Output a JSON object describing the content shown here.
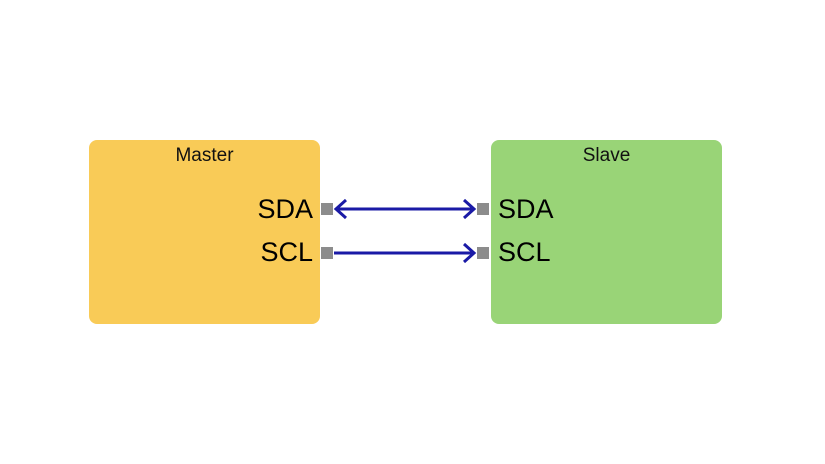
{
  "diagram": {
    "title": "I2C Master-Slave Connection",
    "colors": {
      "master_fill": "#f9cb57",
      "slave_fill": "#99d477",
      "port": "#8c8c8c",
      "wire": "#1a1aa6"
    },
    "master": {
      "label": "Master",
      "pins": [
        {
          "id": "sda",
          "label": "SDA"
        },
        {
          "id": "scl",
          "label": "SCL"
        }
      ]
    },
    "slave": {
      "label": "Slave",
      "pins": [
        {
          "id": "sda",
          "label": "SDA"
        },
        {
          "id": "scl",
          "label": "SCL"
        }
      ]
    },
    "connections": [
      {
        "from": "master.sda",
        "to": "slave.sda",
        "direction": "bidirectional"
      },
      {
        "from": "master.scl",
        "to": "slave.scl",
        "direction": "master-to-slave"
      }
    ]
  }
}
